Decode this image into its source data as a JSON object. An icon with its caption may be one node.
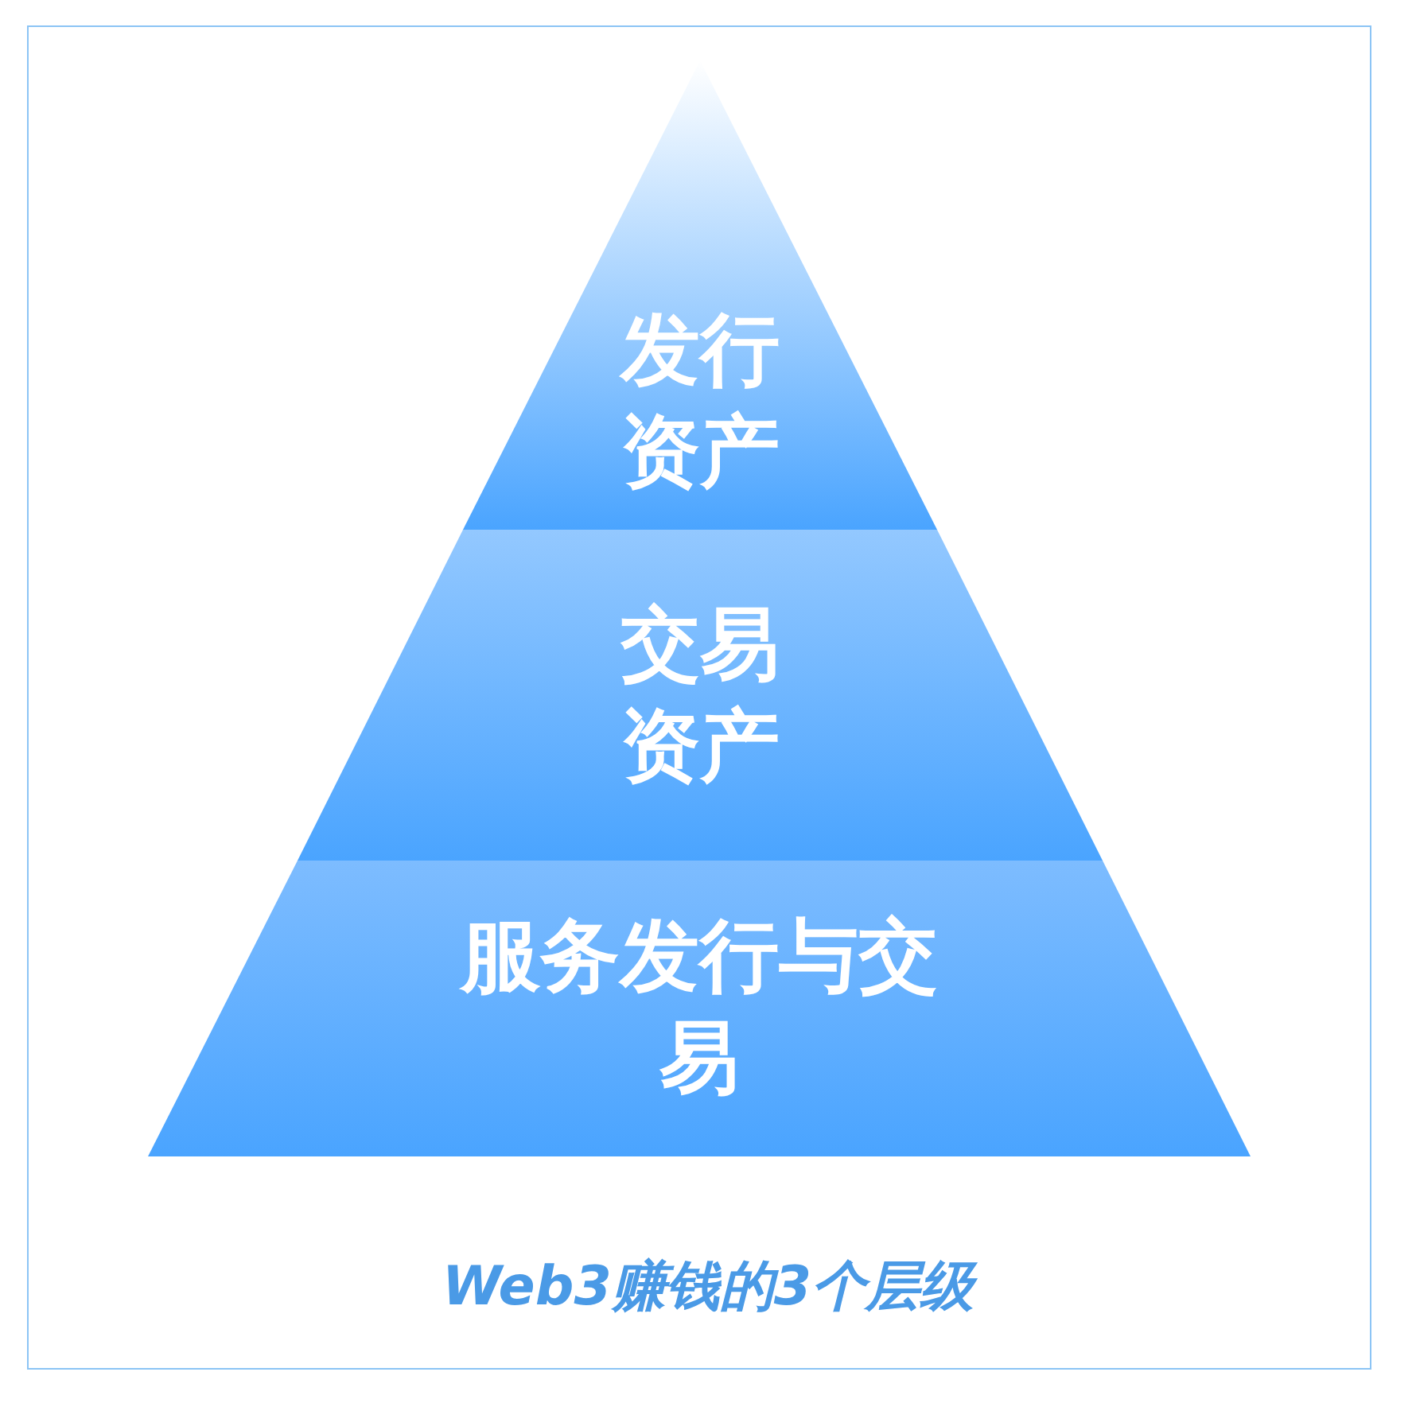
{
  "diagram": {
    "caption": "Web3赚钱的3个层级",
    "nodes": [
      {
        "text": [
          "发行资产"
        ]
      },
      {
        "text": [
          "交易资产"
        ]
      },
      {
        "text": [
          "服务发行与交易"
        ]
      }
    ]
  }
}
